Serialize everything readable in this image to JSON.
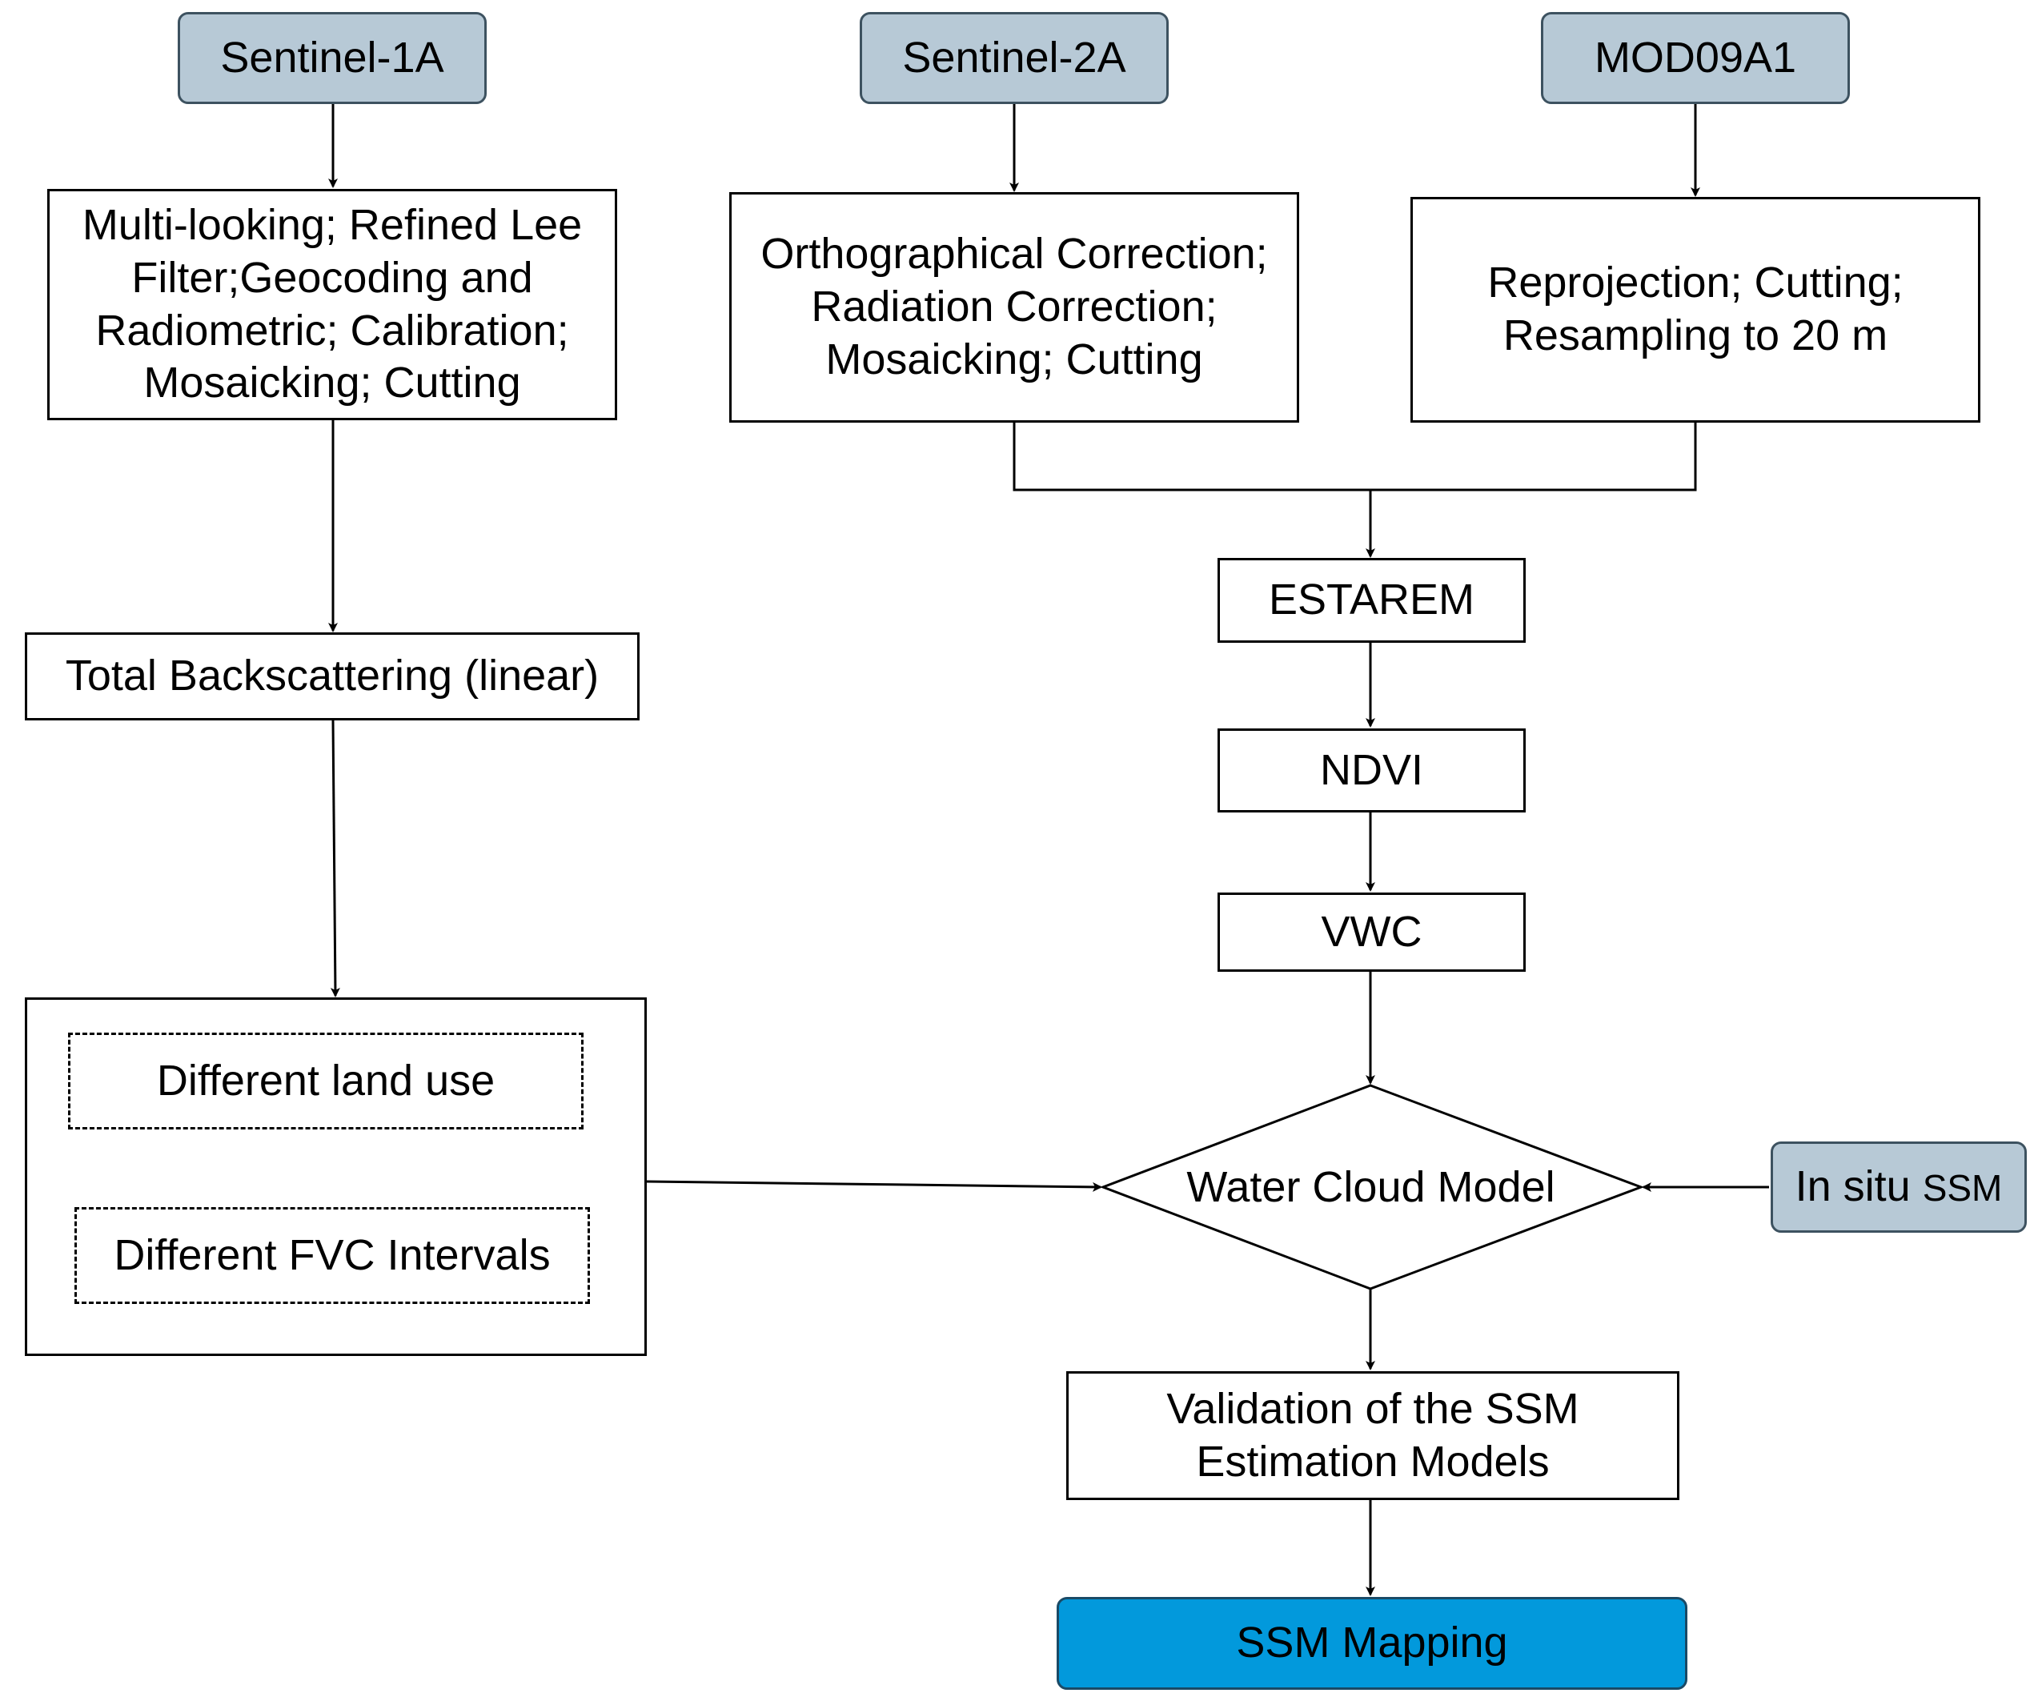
{
  "colors": {
    "source_fill": "#b7c9d6",
    "source_border": "#3d5260",
    "output_fill": "#0299dc",
    "line": "#000000"
  },
  "sources": {
    "sentinel1a": "Sentinel-1A",
    "sentinel2a": "Sentinel-2A",
    "mod09a1": "MOD09A1",
    "in_situ_ssm_main": "In situ",
    "in_situ_ssm_small": "SSM"
  },
  "steps": {
    "s1_preprocessing": "Multi-looking; Refined Lee Filter;Geocoding and Radiometric; Calibration; Mosaicking; Cutting",
    "s2_preprocessing": "Orthographical Correction; Radiation Correction; Mosaicking; Cutting",
    "mod_preprocessing": "Reprojection; Cutting; Resampling to 20 m",
    "estarem": "ESTAREM",
    "ndvi": "NDVI",
    "vwc": "VWC",
    "backscattering": "Total Backscattering (linear)",
    "land_use": "Different land use",
    "fvc_intervals": "Different FVC Intervals",
    "water_cloud_model": "Water Cloud Model",
    "validation": "Validation of the SSM Estimation Models",
    "ssm_mapping": "SSM Mapping"
  }
}
